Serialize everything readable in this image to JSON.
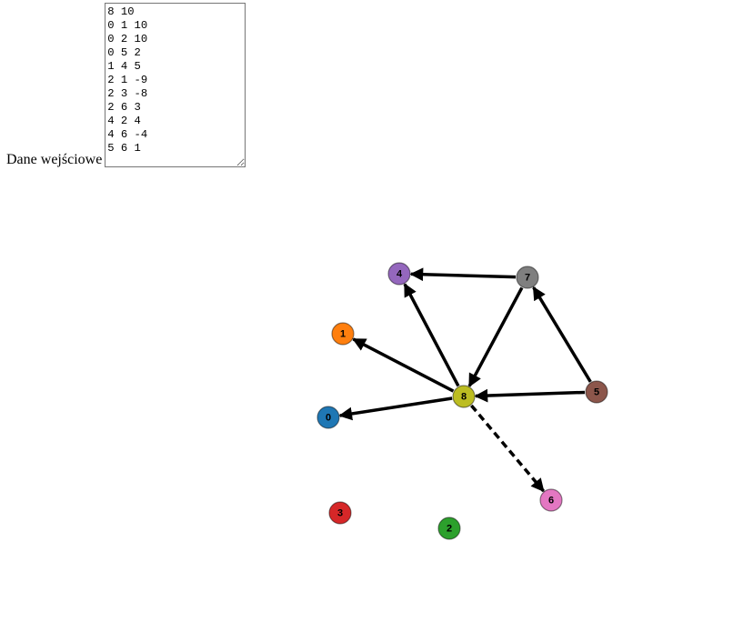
{
  "input": {
    "label": "Dane wejściowe",
    "value": "8 10\n0 1 10\n0 2 10\n0 5 2\n1 4 5\n2 1 -9\n2 3 -8\n2 6 3\n4 2 4\n4 6 -4\n5 6 1"
  },
  "graph": {
    "nodes": [
      {
        "id": "0",
        "label": "0",
        "color": "#1f77b4"
      },
      {
        "id": "1",
        "label": "1",
        "color": "#ff7f0e"
      },
      {
        "id": "2",
        "label": "2",
        "color": "#2ca02c"
      },
      {
        "id": "3",
        "label": "3",
        "color": "#d62728"
      },
      {
        "id": "4",
        "label": "4",
        "color": "#9467bd"
      },
      {
        "id": "5",
        "label": "5",
        "color": "#8c564b"
      },
      {
        "id": "6",
        "label": "6",
        "color": "#e377c2"
      },
      {
        "id": "7",
        "label": "7",
        "color": "#7f7f7f"
      },
      {
        "id": "8",
        "label": "8",
        "color": "#bcbd22"
      }
    ],
    "edges": [
      {
        "source": "8",
        "target": "0",
        "style": "solid"
      },
      {
        "source": "8",
        "target": "1",
        "style": "solid"
      },
      {
        "source": "8",
        "target": "4",
        "style": "solid"
      },
      {
        "source": "7",
        "target": "4",
        "style": "solid"
      },
      {
        "source": "7",
        "target": "8",
        "style": "solid"
      },
      {
        "source": "5",
        "target": "7",
        "style": "solid"
      },
      {
        "source": "5",
        "target": "8",
        "style": "solid"
      },
      {
        "source": "8",
        "target": "6",
        "style": "dashed"
      }
    ]
  }
}
